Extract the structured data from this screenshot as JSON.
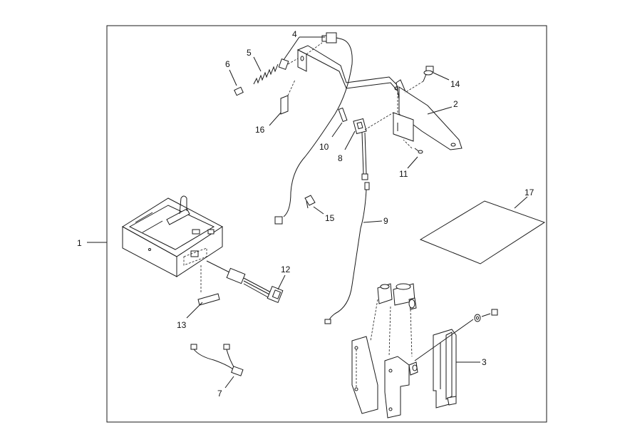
{
  "diagram": {
    "labels": {
      "p1": "1",
      "p2": "2",
      "p3": "3",
      "p4": "4",
      "p5": "5",
      "p6": "6",
      "p7": "7",
      "p8": "8",
      "p9": "9",
      "p10": "10",
      "p11": "11",
      "p12": "12",
      "p13": "13",
      "p14": "14",
      "p15": "15",
      "p16": "16",
      "p17": "17"
    },
    "colors": {
      "line": "#1a1a1a",
      "background": "#ffffff"
    }
  }
}
